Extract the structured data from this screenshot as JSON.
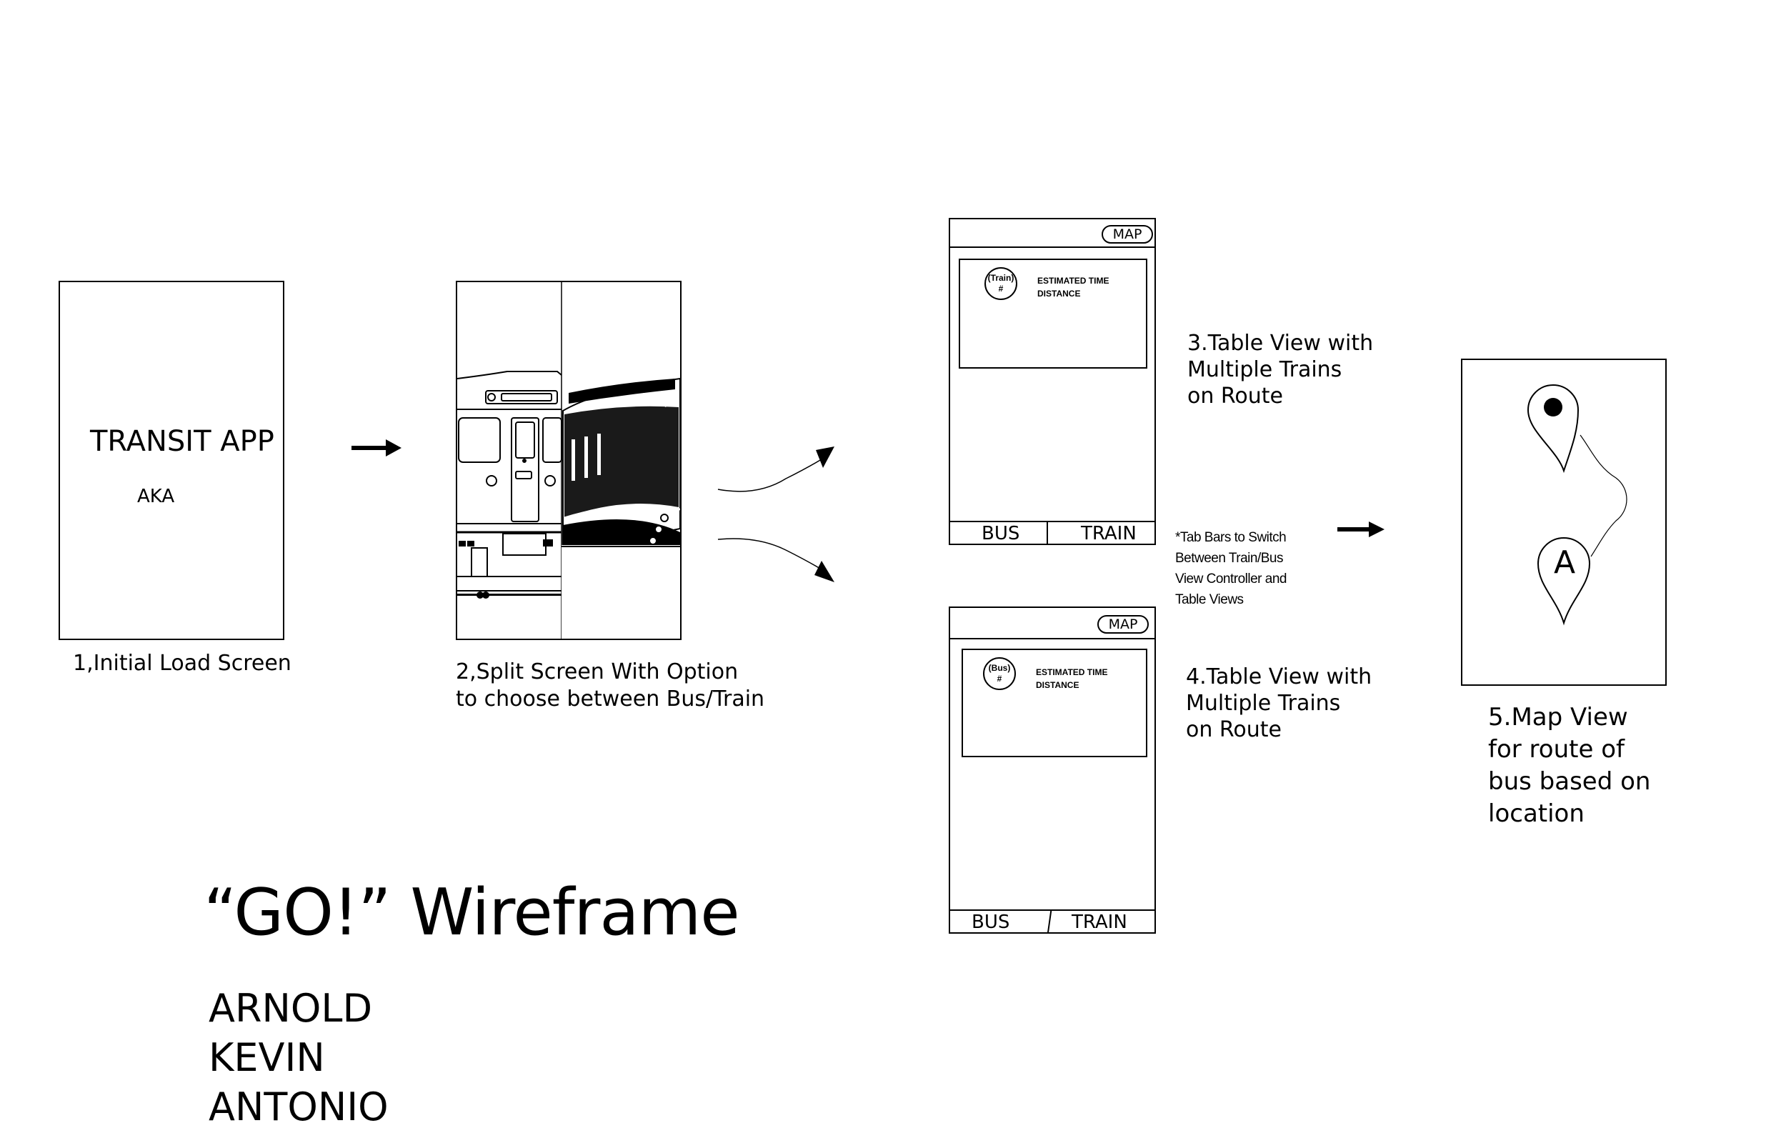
{
  "screen1": {
    "app_title": "TRANSIT APP",
    "aka": "AKA",
    "caption": "1,Initial Load Screen"
  },
  "screen2": {
    "caption_line1": "2,Split Screen With Option",
    "caption_line2": "to choose between Bus/Train"
  },
  "screen3": {
    "map_button": "MAP",
    "badge_line1": "(Train)",
    "badge_line2": "#",
    "cell_line1": "ESTIMATED TIME",
    "cell_line2": "DISTANCE",
    "tab_bus": "BUS",
    "tab_train": "TRAIN",
    "caption_line1": "3.Table View with",
    "caption_line2": "Multiple  Trains",
    "caption_line3": "on Route"
  },
  "screen4": {
    "map_button": "MAP",
    "badge_line1": "(Bus)",
    "badge_line2": "#",
    "cell_line1": "ESTIMATED TIME",
    "cell_line2": "DISTANCE",
    "tab_bus": "BUS",
    "tab_train": "TRAIN",
    "caption_line1": "4.Table View with",
    "caption_line2": "Multiple  Trains",
    "caption_line3": "on Route"
  },
  "note": {
    "line1": "*Tab Bars to Switch",
    "line2": "Between Train/Bus",
    "line3": "View Controller and",
    "line4": "Table Views"
  },
  "screen5": {
    "pin_label": "A",
    "caption_line1": "5.Map View",
    "caption_line2": "for route of",
    "caption_line3": "bus based on",
    "caption_line4": "location"
  },
  "title": "“GO!”  Wireframe",
  "team": [
    "ARNOLD",
    "KEVIN",
    "ANTONIO"
  ]
}
